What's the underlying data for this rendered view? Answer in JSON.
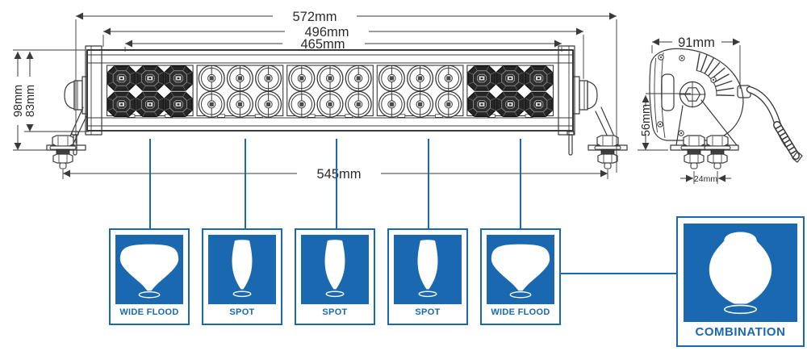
{
  "colors": {
    "blue": "#1A69B0",
    "line": "#3A3A3A",
    "lens_dark": "#262626",
    "text": "#2B2B2B"
  },
  "front_view": {
    "dimensions": {
      "total_width": "572mm",
      "frame_width": "496mm",
      "lens_width": "465mm",
      "mount_spacing": "545mm",
      "overall_height": "98mm",
      "housing_height": "83mm"
    },
    "sections": [
      {
        "type": "flood"
      },
      {
        "type": "spot"
      },
      {
        "type": "spot"
      },
      {
        "type": "spot"
      },
      {
        "type": "flood"
      }
    ],
    "lens_rows": 2,
    "lens_cols": 3
  },
  "side_view": {
    "dimensions": {
      "width": "91mm",
      "mount_height": "56mm",
      "bolt_spacing": "24mm"
    }
  },
  "beam_patterns": {
    "boxes": [
      {
        "label": "WIDE FLOOD",
        "shape": "wide-flood"
      },
      {
        "label": "SPOT",
        "shape": "spot"
      },
      {
        "label": "SPOT",
        "shape": "spot"
      },
      {
        "label": "SPOT",
        "shape": "spot"
      },
      {
        "label": "WIDE FLOOD",
        "shape": "wide-flood"
      }
    ],
    "combination": {
      "label": "COMBINATION",
      "shape": "combination"
    }
  }
}
